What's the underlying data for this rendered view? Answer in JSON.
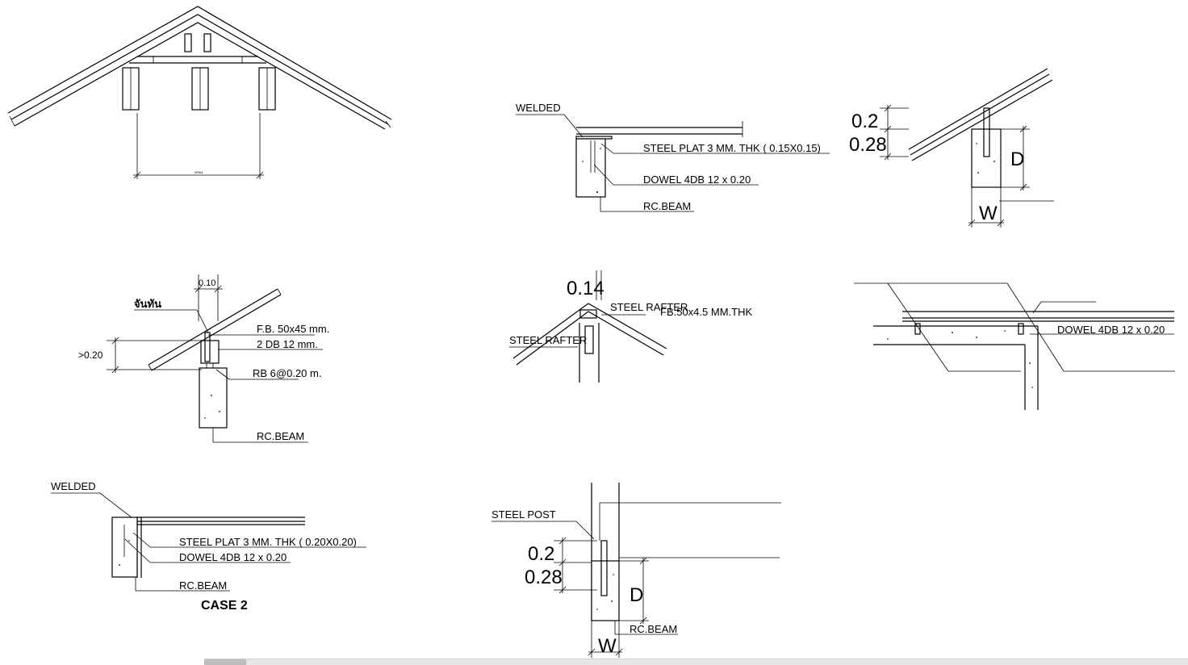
{
  "detail_roof": {
    "span_dim": "SPAN"
  },
  "detail_plate1": {
    "welded": "WELDED",
    "steel_plate": "STEEL PLAT 3 MM. THK ( 0.15X0.15)",
    "dowel": "DOWEL 4DB 12 x 0.20",
    "beam": "RC.BEAM"
  },
  "detail_rafter_beam": {
    "dim_a": "0.2",
    "dim_b": "0.28",
    "depth": "D",
    "width": "W"
  },
  "detail_fb": {
    "top_dim": "0.10",
    "thai_label": "จันทัน",
    "side_dim": ">0.20",
    "fb": "F.B. 50x45 mm.",
    "rebar": "2 DB 12 mm.",
    "stirrup": "RB 6@0.20 m.",
    "beam": "RC.BEAM"
  },
  "detail_ridge": {
    "dim": "0.14",
    "rafter_top": "STEEL RAFTER",
    "fb": "FB.50x4.5 MM.THK",
    "rafter_left": "STEEL RAFTER"
  },
  "detail_slab": {
    "dowel": "DOWEL 4DB 12 x 0.20"
  },
  "detail_case2": {
    "welded": "WELDED",
    "steel_plate": "STEEL PLAT 3 MM. THK ( 0.20X0.20)",
    "dowel": "DOWEL 4DB 12 x 0.20",
    "beam": "RC.BEAM",
    "title": "CASE 2"
  },
  "detail_post": {
    "post": "STEEL POST",
    "dim_a": "0.2",
    "dim_b": "0.28",
    "depth": "D",
    "beam": "RC.BEAM",
    "width": "W"
  }
}
